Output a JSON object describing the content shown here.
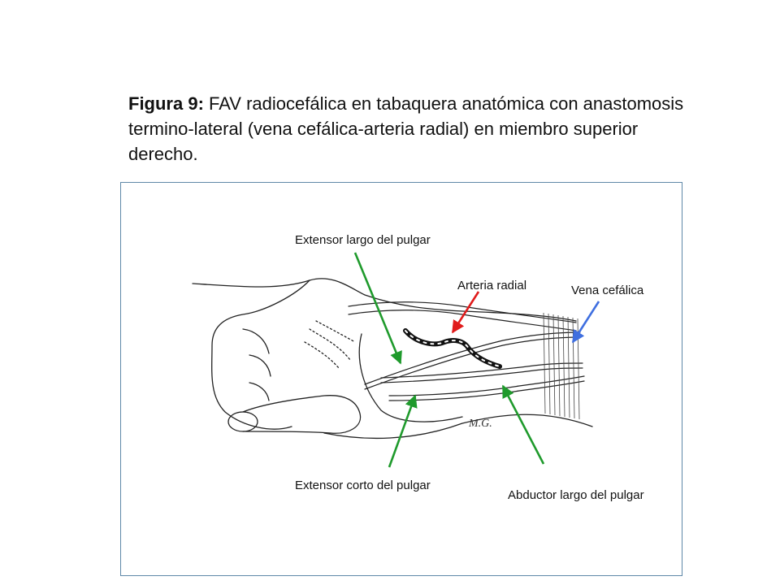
{
  "caption": {
    "lead": "Figura 9:",
    "text": " FAV radiocefálica en tabaquera anatómica con anastomosis termino-lateral (vena cefálica-arteria radial) en miembro superior derecho."
  },
  "figure": {
    "labels": {
      "extensor_largo": "Extensor largo del pulgar",
      "arteria_radial": "Arteria radial",
      "vena_cefalica": "Vena cefálica",
      "extensor_corto": "Extensor corto del pulgar",
      "abductor_largo": "Abductor largo del pulgar"
    },
    "signature": "M.G."
  },
  "colors": {
    "muscle_arrow": "#1f9a2c",
    "artery_arrow": "#e01b1b",
    "vein_arrow": "#3f6fe0",
    "frame_border": "#5f88a8"
  }
}
